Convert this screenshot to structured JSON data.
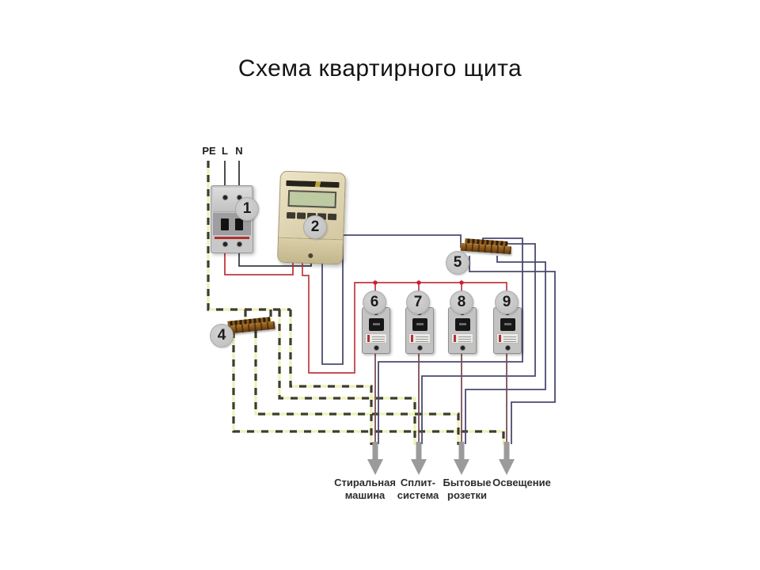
{
  "title": "Схема квартирного щита",
  "supply": {
    "pe": "PE",
    "l": "L",
    "n": "N"
  },
  "components": {
    "main_breaker": {
      "number": "1"
    },
    "meter": {
      "number": "2"
    },
    "pe_bus": {
      "number": "4"
    },
    "neutral_bus": {
      "number": "5"
    },
    "breaker_6": {
      "number": "6"
    },
    "breaker_7": {
      "number": "7"
    },
    "breaker_8": {
      "number": "8"
    },
    "breaker_9": {
      "number": "9"
    }
  },
  "circuits": [
    {
      "label": "Стиральная\nмашина"
    },
    {
      "label": "Сплит-\nсистема"
    },
    {
      "label": "Бытовые\nрозетки"
    },
    {
      "label": "Освещение"
    }
  ],
  "colors": {
    "pe_base": "#eef1b8",
    "pe_dash": "#3c3c32",
    "neutral": "#4a4a70",
    "line": "#c0383e",
    "line_junction": "#c42430",
    "line_drop": "#7d4e56",
    "input": "#2b2b2b",
    "breaker_link_neutral": "#3d3d48",
    "arrow": "#9b9b9b"
  }
}
